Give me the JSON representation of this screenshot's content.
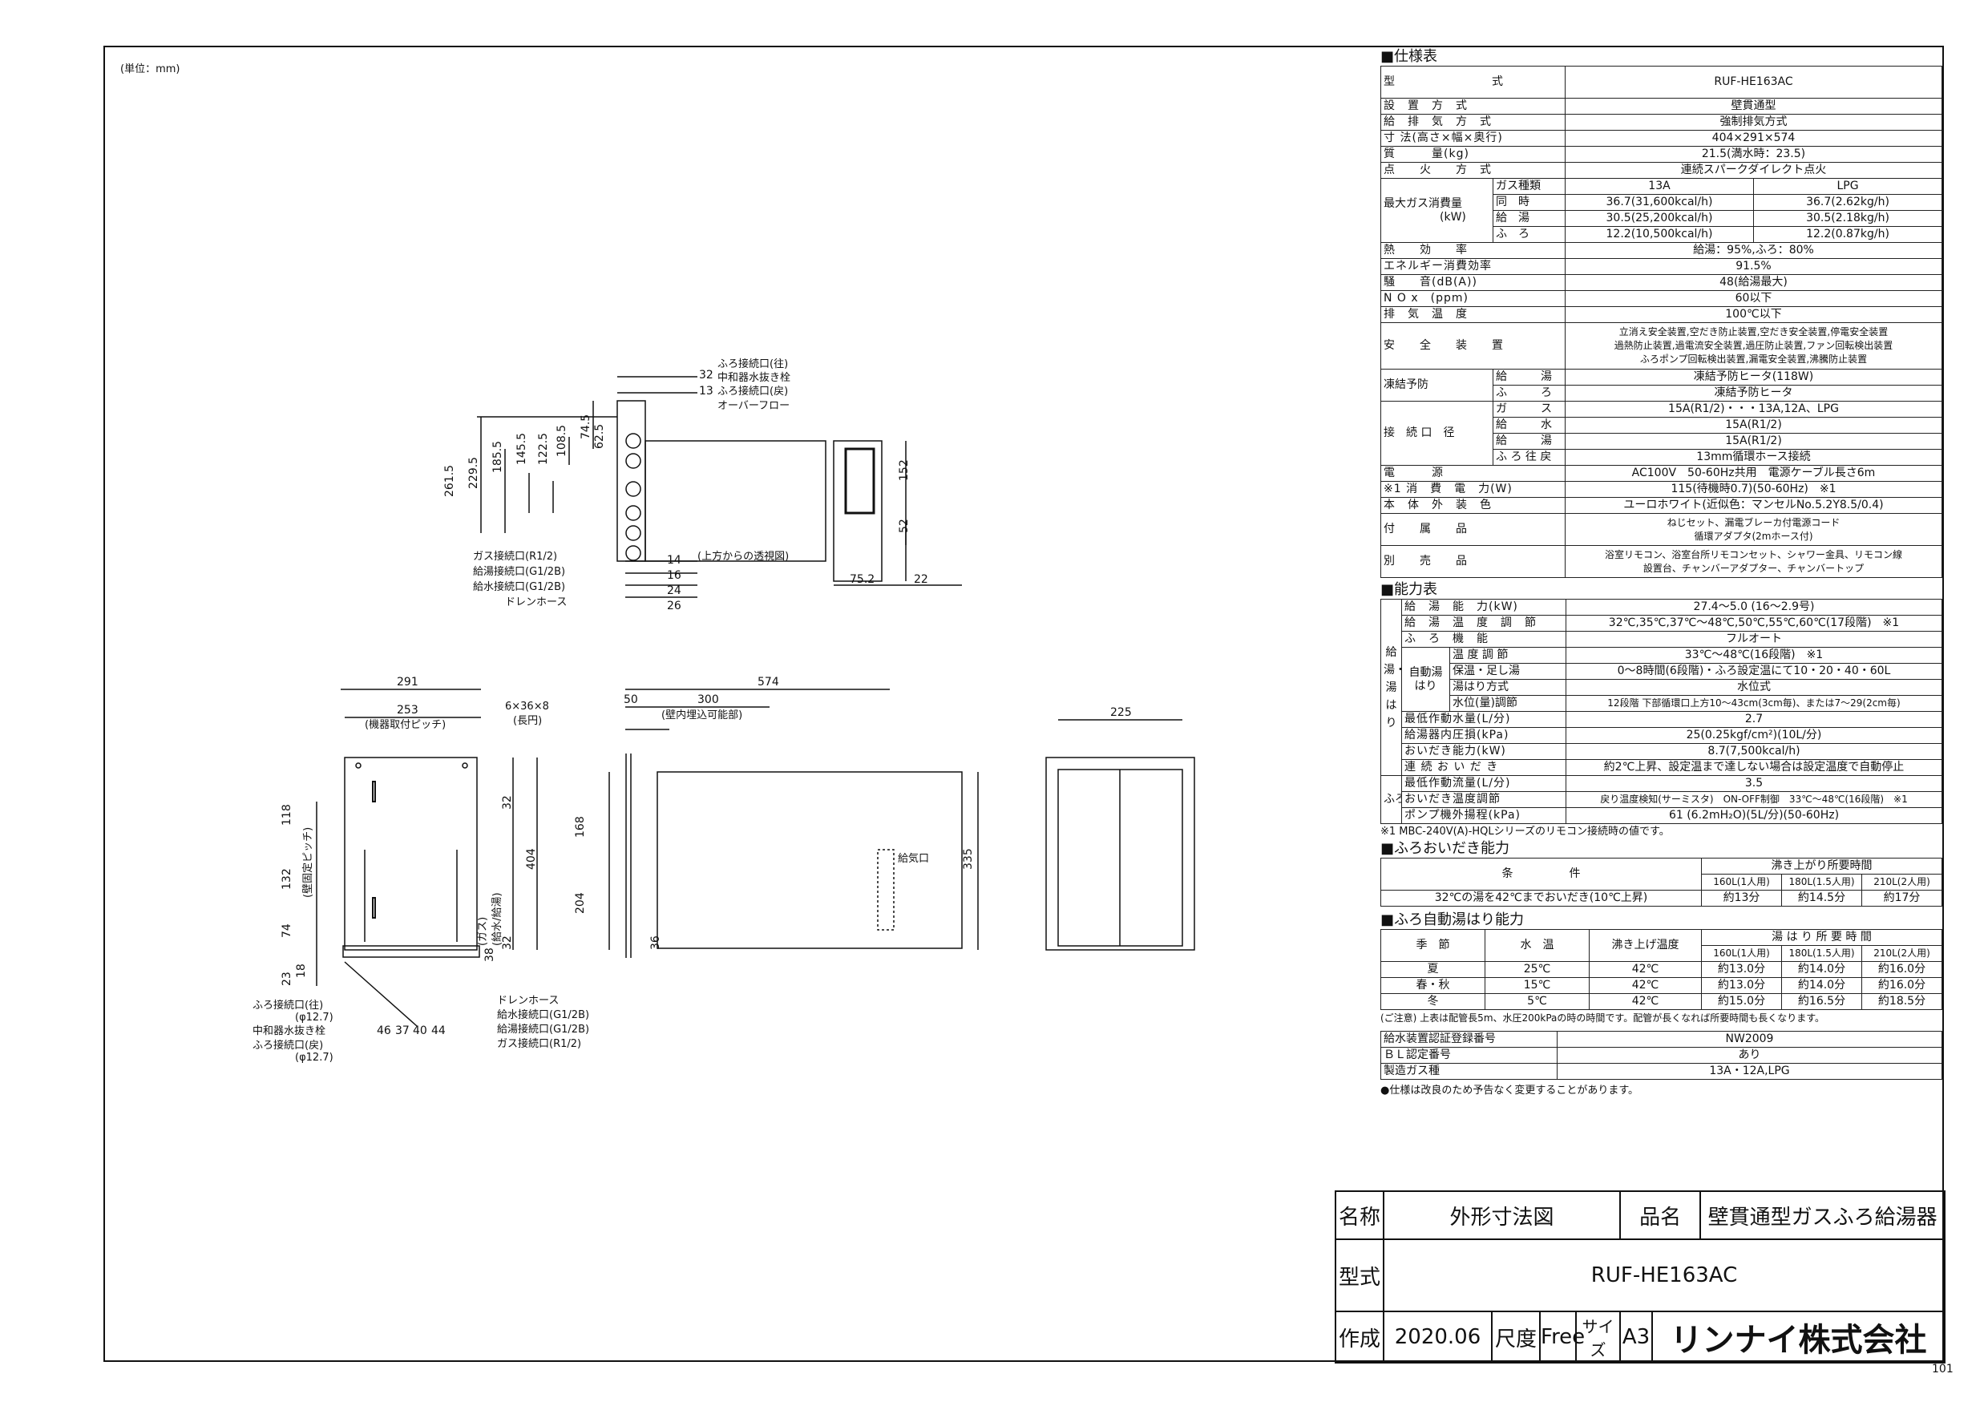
{
  "unit_note": "(単位：mm)",
  "page_no": "101",
  "drawing": {
    "top_labels": [
      "ふろ接続口(往)",
      "中和器水抜き栓",
      "ふろ接続口(戻)",
      "オーバーフロー"
    ],
    "top_dims_right": [
      "32",
      "13"
    ],
    "top_dims_vertical": [
      "261.5",
      "229.5",
      "185.5",
      "145.5",
      "122.5",
      "108.5",
      "74.5",
      "62.5"
    ],
    "top_side_dims": [
      "152",
      "52",
      "75.2",
      "22"
    ],
    "top_bottom_labels": [
      "ガス接続口(R1/2)",
      "給湯接続口(G1/2B)",
      "給水接続口(G1/2B)",
      "ドレンホース"
    ],
    "top_bottom_dims": [
      "14",
      "16",
      "24",
      "26"
    ],
    "transparent_note": "(上方からの透視図)",
    "front_width": "291",
    "front_pitch": "253",
    "front_pitch_label": "(機器取付ピッチ)",
    "front_hole": "6×36×8",
    "front_hole_label": "(長円)",
    "front_dims": [
      "118",
      "132",
      "74",
      "23",
      "18",
      "32",
      "404",
      "32",
      "38"
    ],
    "front_vertical_label": "(壁固定ピッチ)",
    "front_inner_labels": [
      "(ガス)",
      "(給水/給湯)"
    ],
    "front_bottom_dims": [
      "46",
      "37",
      "40",
      "44"
    ],
    "front_left_labels": [
      "ふろ接続口(往)",
      "(φ12.7)",
      "中和器水抜き栓",
      "ふろ接続口(戻)",
      "(φ12.7)"
    ],
    "front_right_labels": [
      "ドレンホース",
      "給水接続口(G1/2B)",
      "給湯接続口(G1/2B)",
      "ガス接続口(R1/2)"
    ],
    "side_depth": "574",
    "side_50": "50",
    "side_300": "300",
    "side_wall_label": "(壁内埋込可能部)",
    "side_dims": [
      "168",
      "204",
      "335",
      "36"
    ],
    "side_intake": "給気口",
    "rear_width": "225"
  },
  "spec": {
    "title": "■仕様表",
    "model_label": "型　　　　　　　　式",
    "model_value": "RUF-HE163AC",
    "rows": [
      [
        "設　置　方　式",
        "壁貫通型"
      ],
      [
        "給　排　気　方　式",
        "強制排気方式"
      ],
      [
        "寸 法(高さ×幅×奥行)",
        "404×291×574"
      ],
      [
        "質　　　量(kg)",
        "21.5(満水時：23.5)"
      ],
      [
        "点　　火　　方　式",
        "連続スパークダイレクト点火"
      ]
    ],
    "gas_label_1": "最大ガス消費量",
    "gas_label_2": "(kW)",
    "gas_head": [
      "ガス種類",
      "13A",
      "LPG"
    ],
    "gas_rows": [
      [
        "同　時",
        "36.7(31,600kcal/h)",
        "36.7(2.62kg/h)"
      ],
      [
        "給　湯",
        "30.5(25,200kcal/h)",
        "30.5(2.18kg/h)"
      ],
      [
        "ふ　ろ",
        "12.2(10,500kcal/h)",
        "12.2(0.87kg/h)"
      ]
    ],
    "rows2": [
      [
        "熱　　効　　率",
        "給湯：95%,ふろ：80%"
      ],
      [
        "エネルギー消費効率",
        "91.5%"
      ],
      [
        "騒　　音(dB(A))",
        "48(給湯最大)"
      ],
      [
        "N O x　(ppm)",
        "60以下"
      ],
      [
        "排　気　温　度",
        "100℃以下"
      ]
    ],
    "safety_label": "安　　全　　装　　置",
    "safety_lines": [
      "立消え安全装置,空だき防止装置,空だき安全装置,停電安全装置",
      "過熱防止装置,過電流安全装置,過圧防止装置,ファン回転検出装置",
      "ふろポンプ回転検出装置,漏電安全装置,沸騰防止装置"
    ],
    "freeze_label": "凍結予防",
    "freeze_rows": [
      [
        "給　　　湯",
        "凍結予防ヒータ(118W)"
      ],
      [
        "ふ　　　ろ",
        "凍結予防ヒータ"
      ]
    ],
    "conn_label": "接　続 口　径",
    "conn_rows": [
      [
        "ガ　　　ス",
        "15A(R1/2)・・・13A,12A、LPG"
      ],
      [
        "給　　　水",
        "15A(R1/2)"
      ],
      [
        "給　　　湯",
        "15A(R1/2)"
      ],
      [
        "ふ ろ 往 戻",
        "13mm循環ホース接続"
      ]
    ],
    "rows3": [
      [
        "電　　　源",
        "AC100V　50-60Hz共用　電源ケーブル長さ6m"
      ],
      [
        "※1 消　費　電　力(W)",
        "115(待機時0.7)(50-60Hz)　※1"
      ],
      [
        "本　体　外　装　色",
        "ユーロホワイト(近似色：マンセルNo.5.2Y8.5/0.4)"
      ]
    ],
    "accessory_label": "付　　属　　品",
    "accessory_lines": [
      "ねじセット、漏電ブレーカ付電源コード",
      "循環アダプタ(2mホース付)"
    ],
    "sold_label": "別　　売　　品",
    "sold_lines": [
      "浴室リモコン、浴室台所リモコンセット、シャワー金具、リモコン線",
      "設置台、チャンバーアダプター、チャンバートップ"
    ]
  },
  "ability": {
    "title": "■能力表",
    "side_label": "給湯・湯はり",
    "side_label2": "ふろ",
    "rows": [
      [
        "給　湯　能　力(kW)",
        "27.4～5.0 (16～2.9号)"
      ],
      [
        "給　湯　温　度　調　節",
        "32℃,35℃,37℃～48℃,50℃,55℃,60℃(17段階)　※1"
      ],
      [
        "ふ　ろ　機　能",
        "フルオート"
      ]
    ],
    "auto_label": "自動湯はり",
    "auto_rows": [
      [
        "温 度 調 節",
        "33℃～48℃(16段階)　※1"
      ],
      [
        "保温・足し湯",
        "0～8時間(6段階)・ふろ設定温にて10・20・40・60L"
      ],
      [
        "湯はり方式",
        "水位式"
      ],
      [
        "水位(量)調節",
        "12段階 下部循環口上方10～43cm(3cm毎)、または7～29(2cm毎)"
      ]
    ],
    "rows2": [
      [
        "最低作動水量(L/分)",
        "2.7"
      ],
      [
        "給湯器内圧損(kPa)",
        "25(0.25kgf/cm²)(10L/分)"
      ],
      [
        "おいだき能力(kW)",
        "8.7(7,500kcal/h)"
      ],
      [
        "連 続 お い だ き",
        "約2℃上昇、設定温まで達しない場合は設定温度で自動停止"
      ],
      [
        "最低作動流量(L/分)",
        "3.5"
      ],
      [
        "おいだき温度調節",
        "戻り温度検知(サーミスタ)　ON-OFF制御　33℃～48℃(16段階)　※1"
      ],
      [
        "ポンプ機外揚程(kPa)",
        "61 (6.2mH₂O)(5L/分)(50-60Hz)"
      ]
    ],
    "note": "※1 MBC-240V(A)-HQLシリーズのリモコン接続時の値です。"
  },
  "oidaki": {
    "title": "■ふろおいだき能力",
    "cond_label": "条　　　　　件",
    "time_label": "沸き上がり所要時間",
    "cols": [
      "160L(1人用)",
      "180L(1.5人用)",
      "210L(2人用)"
    ],
    "row": [
      "32℃の湯を42℃までおいだき(10℃上昇)",
      "約13分",
      "約14.5分",
      "約17分"
    ]
  },
  "auto_fill": {
    "title": "■ふろ自動湯はり能力",
    "head": [
      "季　節",
      "水　温",
      "沸き上げ温度",
      "湯 は り 所 要 時 間"
    ],
    "cols": [
      "160L(1人用)",
      "180L(1.5人用)",
      "210L(2人用)"
    ],
    "rows": [
      [
        "夏",
        "25℃",
        "42℃",
        "約13.0分",
        "約14.0分",
        "約16.0分"
      ],
      [
        "春・秋",
        "15℃",
        "42℃",
        "約13.0分",
        "約14.0分",
        "約16.0分"
      ],
      [
        "冬",
        "5℃",
        "42℃",
        "約15.0分",
        "約16.5分",
        "約18.5分"
      ]
    ],
    "note": "(ご注意) 上表は配管長5m、水圧200kPaの時の時間です。配管が長くなれば所要時間も長くなります。"
  },
  "cert": {
    "rows": [
      [
        "給水装置認証登録番号",
        "NW2009"
      ],
      [
        "ＢＬ認定番号",
        "あり"
      ],
      [
        "製造ガス種",
        "13A・12A,LPG"
      ]
    ],
    "note": "●仕様は改良のため予告なく変更することがあります。"
  },
  "title_block": {
    "name_label": "名称",
    "name_value": "外形寸法図",
    "product_label": "品名",
    "product_value": "壁貫通型ガスふろ給湯器",
    "model_label": "型式",
    "model_value": "RUF-HE163AC",
    "made_label": "作成",
    "made_value": "2020.06",
    "scale_label": "尺度",
    "scale_value": "Free",
    "size_label": "サイズ",
    "size_value": "A3",
    "company": "リンナイ株式会社"
  }
}
